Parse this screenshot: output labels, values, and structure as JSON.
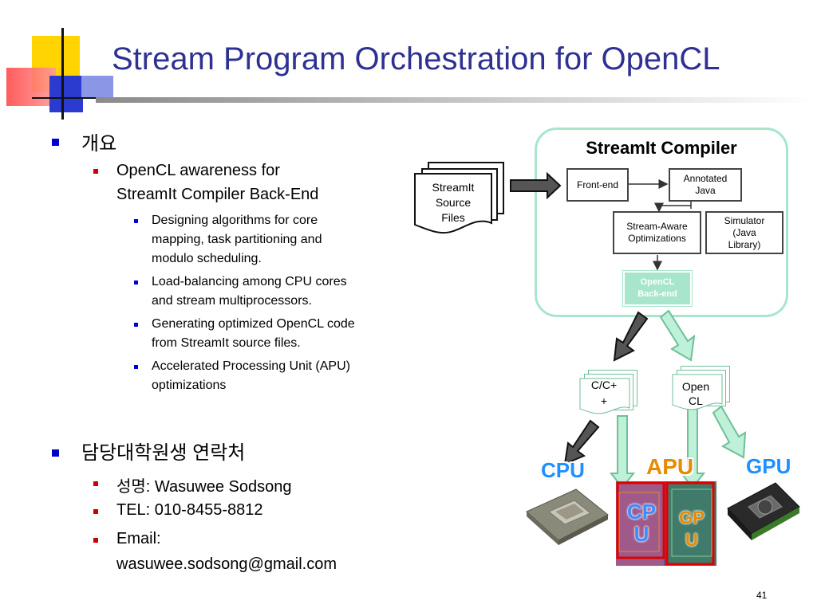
{
  "title": "Stream Program Orchestration for OpenCL",
  "outline": {
    "overview_heading": "개요",
    "item1": {
      "line1": "OpenCL awareness for",
      "line2": "StreamIt Compiler Back-End",
      "subitems": [
        {
          "line1": "Designing algorithms for core",
          "line2": "mapping, task partitioning and",
          "line3": "modulo scheduling."
        },
        {
          "line1": "Load-balancing among CPU cores",
          "line2": "and stream multiprocessors."
        },
        {
          "line1": "Generating optimized OpenCL code",
          "line2": "from StreamIt source files."
        },
        {
          "line1": "Accelerated Processing Unit (APU)",
          "line2": "optimizations"
        }
      ]
    },
    "contact_heading": "담당대학원생 연락처",
    "contact": {
      "name": "성명: Wasuwee Sodsong",
      "tel": "TEL: 010-8455-8812",
      "email_label": "Email:",
      "email": "wasuwee.sodsong@gmail.com"
    }
  },
  "diagram": {
    "compiler_title": "StreamIt Compiler",
    "source_files": {
      "line1": "StreamIt",
      "line2": "Source",
      "line3": "Files"
    },
    "front_end": "Front-end",
    "annotated_java": {
      "line1": "Annotated",
      "line2": "Java"
    },
    "stream_aware": {
      "line1": "Stream-Aware",
      "line2": "Optimizations"
    },
    "simulator": {
      "line1": "Simulator",
      "line2": "(Java",
      "line3": "Library)"
    },
    "opencl_backend": {
      "line1": "OpenCL",
      "line2": "Back-end"
    },
    "c_output": {
      "line1": "C/C+",
      "line2": "+"
    },
    "opencl_output": {
      "line1": "Open",
      "line2": "CL"
    },
    "cpu_label": "CPU",
    "apu_label": "APU",
    "gpu_label": "GPU",
    "apu_cpu": {
      "line1": "CP",
      "line2": "U"
    },
    "apu_gpu": {
      "line1": "GP",
      "line2": "U"
    }
  },
  "page_number": "41",
  "colors": {
    "title": "#2e3192",
    "compiler_border": "#a8e6cc",
    "backend_fill": "#a8e6cc",
    "bullet_l1": "#0000cc",
    "bullet_l2": "#cc0000"
  }
}
